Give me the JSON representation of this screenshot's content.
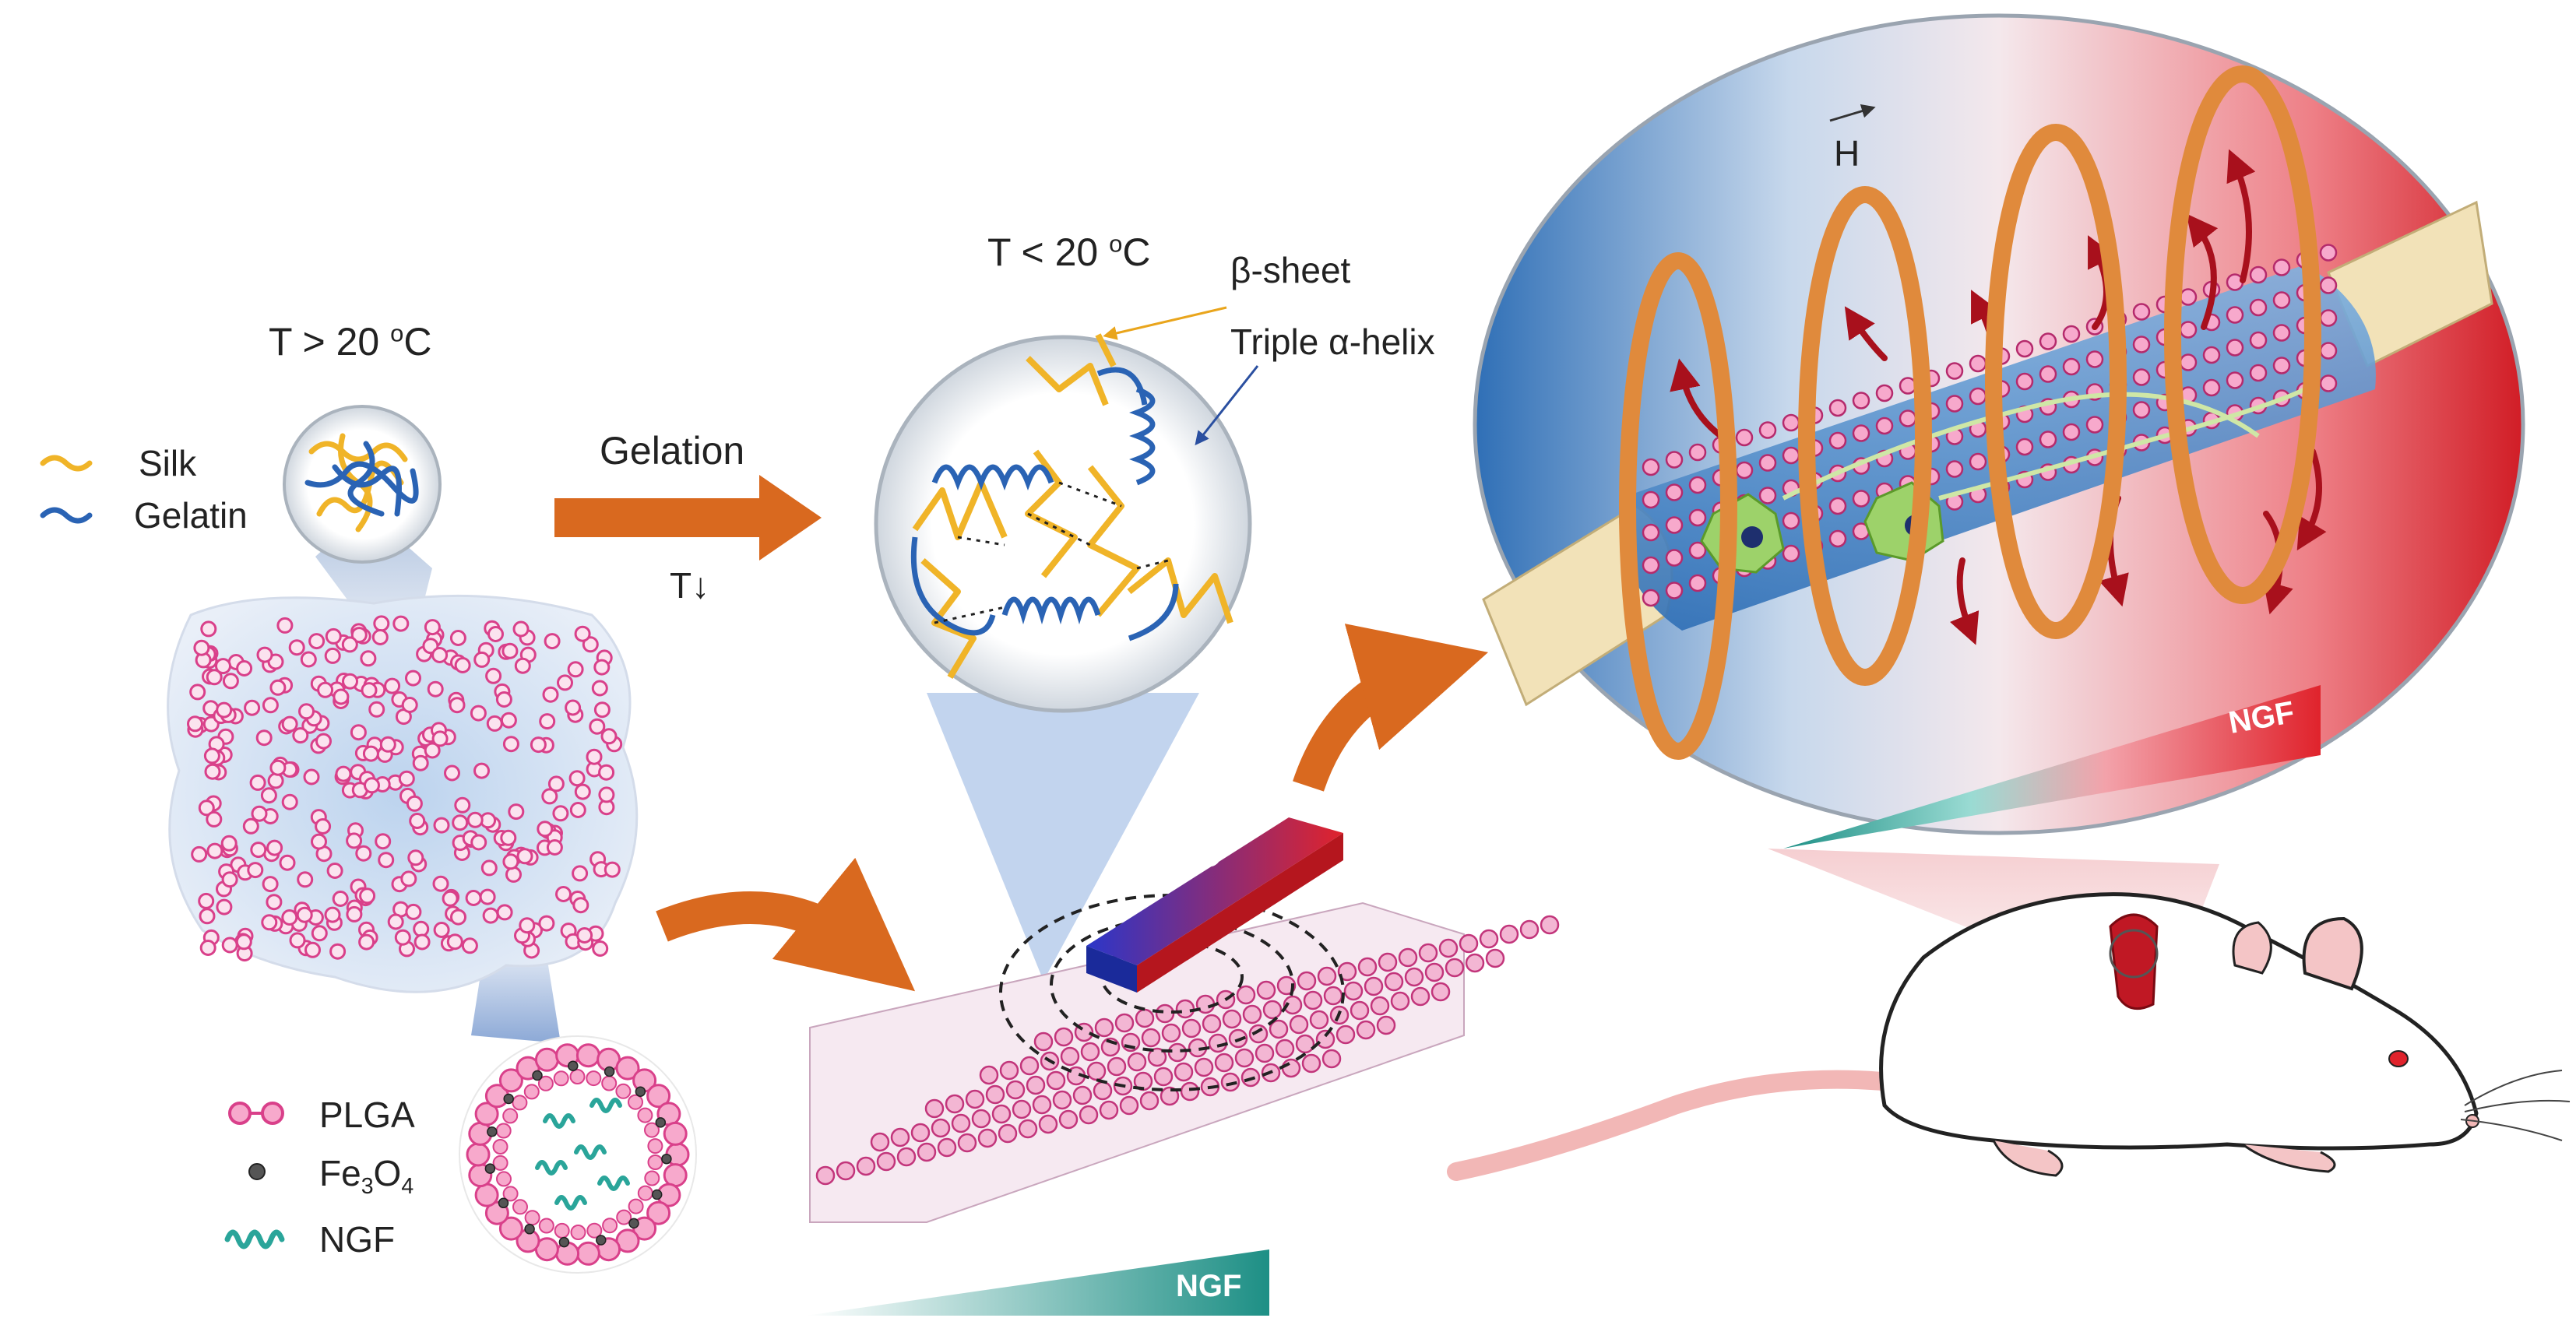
{
  "labels": {
    "t_high_prefix": "T > 20 ",
    "t_high_sup": "o",
    "t_high_suffix": "C",
    "t_low_prefix": "T < 20 ",
    "t_low_sup": "o",
    "t_low_suffix": "C",
    "silk": "Silk",
    "gelatin": "Gelatin",
    "gelation": "Gelation",
    "t_down": "T↓",
    "beta_sheet": "β-sheet",
    "triple_helix": "Triple α-helix",
    "magnet": "Magnet",
    "field_h": "H",
    "plga": "PLGA",
    "fe_base": "Fe",
    "fe_sub1": "3",
    "fe_mid": "O",
    "fe_sub2": "4",
    "ngf_legend": "NGF",
    "ngf_gradient_bottom": "NGF",
    "ngf_gradient_top": "NGF"
  },
  "colors": {
    "silk": "#f0b428",
    "gelatin": "#2a63b4",
    "plga": "#d9408a",
    "fe3o4": "#333333",
    "ngf": "#2aa59a",
    "arrow": "#d9691f",
    "magnet_north": "#e0232c",
    "magnet_south": "#2b36c9",
    "coil": "#e08a3c",
    "nerve_conduit": "#f2e2b8"
  }
}
